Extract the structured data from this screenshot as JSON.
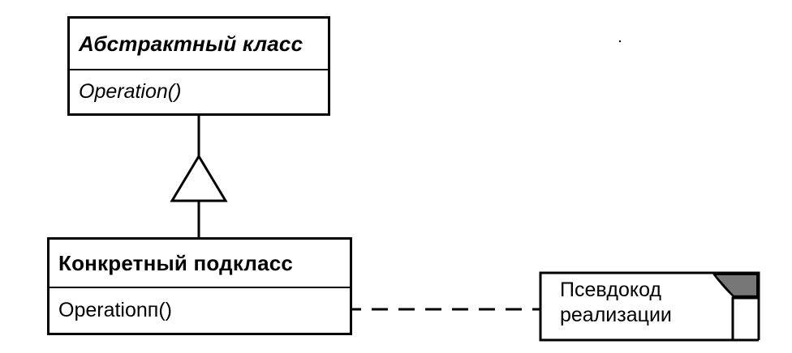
{
  "abstract_class": {
    "name": "Абстрактный класс",
    "operation": "Operation()"
  },
  "concrete_class": {
    "name": "Конкретный подкласс",
    "operation": "Operationп()"
  },
  "note": {
    "line1": "Псевдокод",
    "line2": "реализации"
  },
  "colors": {
    "stroke": "#000000",
    "background": "#ffffff",
    "note_corner_shade": "#777777"
  }
}
